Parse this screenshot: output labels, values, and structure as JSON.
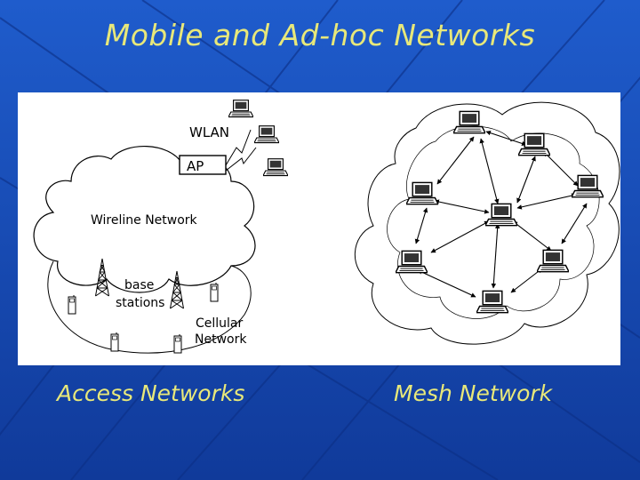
{
  "slide": {
    "title": "Mobile and Ad-hoc Networks",
    "background_color": "#1a4fb8",
    "title_color": "#e8e87a"
  },
  "access_network": {
    "wlan_label": "WLAN",
    "ap_label": "AP",
    "wireline_label": "Wireline Network",
    "base_label_line1": "base",
    "base_label_line2": "stations",
    "cellular_label_line1": "Cellular",
    "cellular_label_line2": "Network",
    "caption": "Access Networks"
  },
  "mesh_network": {
    "caption": "Mesh Network"
  }
}
